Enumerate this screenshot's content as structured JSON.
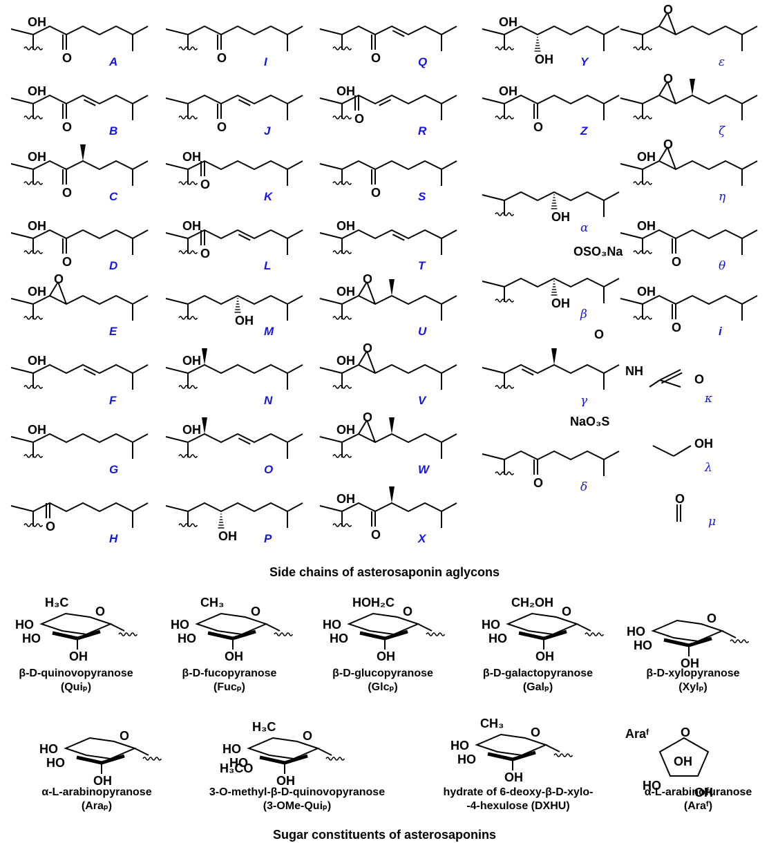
{
  "side_chains": {
    "title": "Side chains of asterosaponin aglycons",
    "latin_labels": [
      "A",
      "B",
      "C",
      "D",
      "E",
      "F",
      "G",
      "H",
      "I",
      "J",
      "K",
      "L",
      "M",
      "N",
      "O",
      "P",
      "Q",
      "R",
      "S",
      "T",
      "U",
      "V",
      "W",
      "X",
      "Y",
      "Z"
    ],
    "greek_labels": [
      "ε",
      "ζ",
      "η",
      "θ",
      "i",
      "κ",
      "λ",
      "μ",
      "α",
      "β",
      "γ",
      "δ"
    ],
    "atoms": {
      "oh": "OH",
      "o": "O",
      "oso3na": "OSO₃Na",
      "nh": "NH",
      "naso3s": "NaO₃S"
    }
  },
  "sugars": {
    "title": "Sugar constituents of asterosaponins",
    "items": [
      {
        "name": "β-D-quinovopyranose",
        "abbr": "(Quiₚ)"
      },
      {
        "name": "β-D-fucopyranose",
        "abbr": "(Fucₚ)"
      },
      {
        "name": "β-D-glucopyranose",
        "abbr": "(Glcₚ)"
      },
      {
        "name": "β-D-galactopyranose",
        "abbr": "(Galₚ)"
      },
      {
        "name": "β-D-xylopyranose",
        "abbr": "(Xylₚ)"
      },
      {
        "name": "α-L-arabinopyranose",
        "abbr": "(Araₚ)"
      },
      {
        "name": "3-O-methyl-β-D-quinovopyranose",
        "abbr": "(3-OMe-Quiₚ)"
      },
      {
        "name": "hydrate of 6-deoxy-β-D-xylo-",
        "abbr": "-4-hexulose (DXHU)"
      },
      {
        "name": "α-L-arabinofuranose",
        "abbr": "(Araᶠ)"
      }
    ],
    "ring_atoms": {
      "h3c": "H₃C",
      "ch3": "CH₃",
      "hoh2c": "HOH₂C",
      "ch2oh": "CH₂OH",
      "ho": "HO",
      "h3co": "H₃CO",
      "araf": "Araᶠ"
    }
  },
  "colors": {
    "label_blue": "#1515e6",
    "ink": "#000000"
  }
}
